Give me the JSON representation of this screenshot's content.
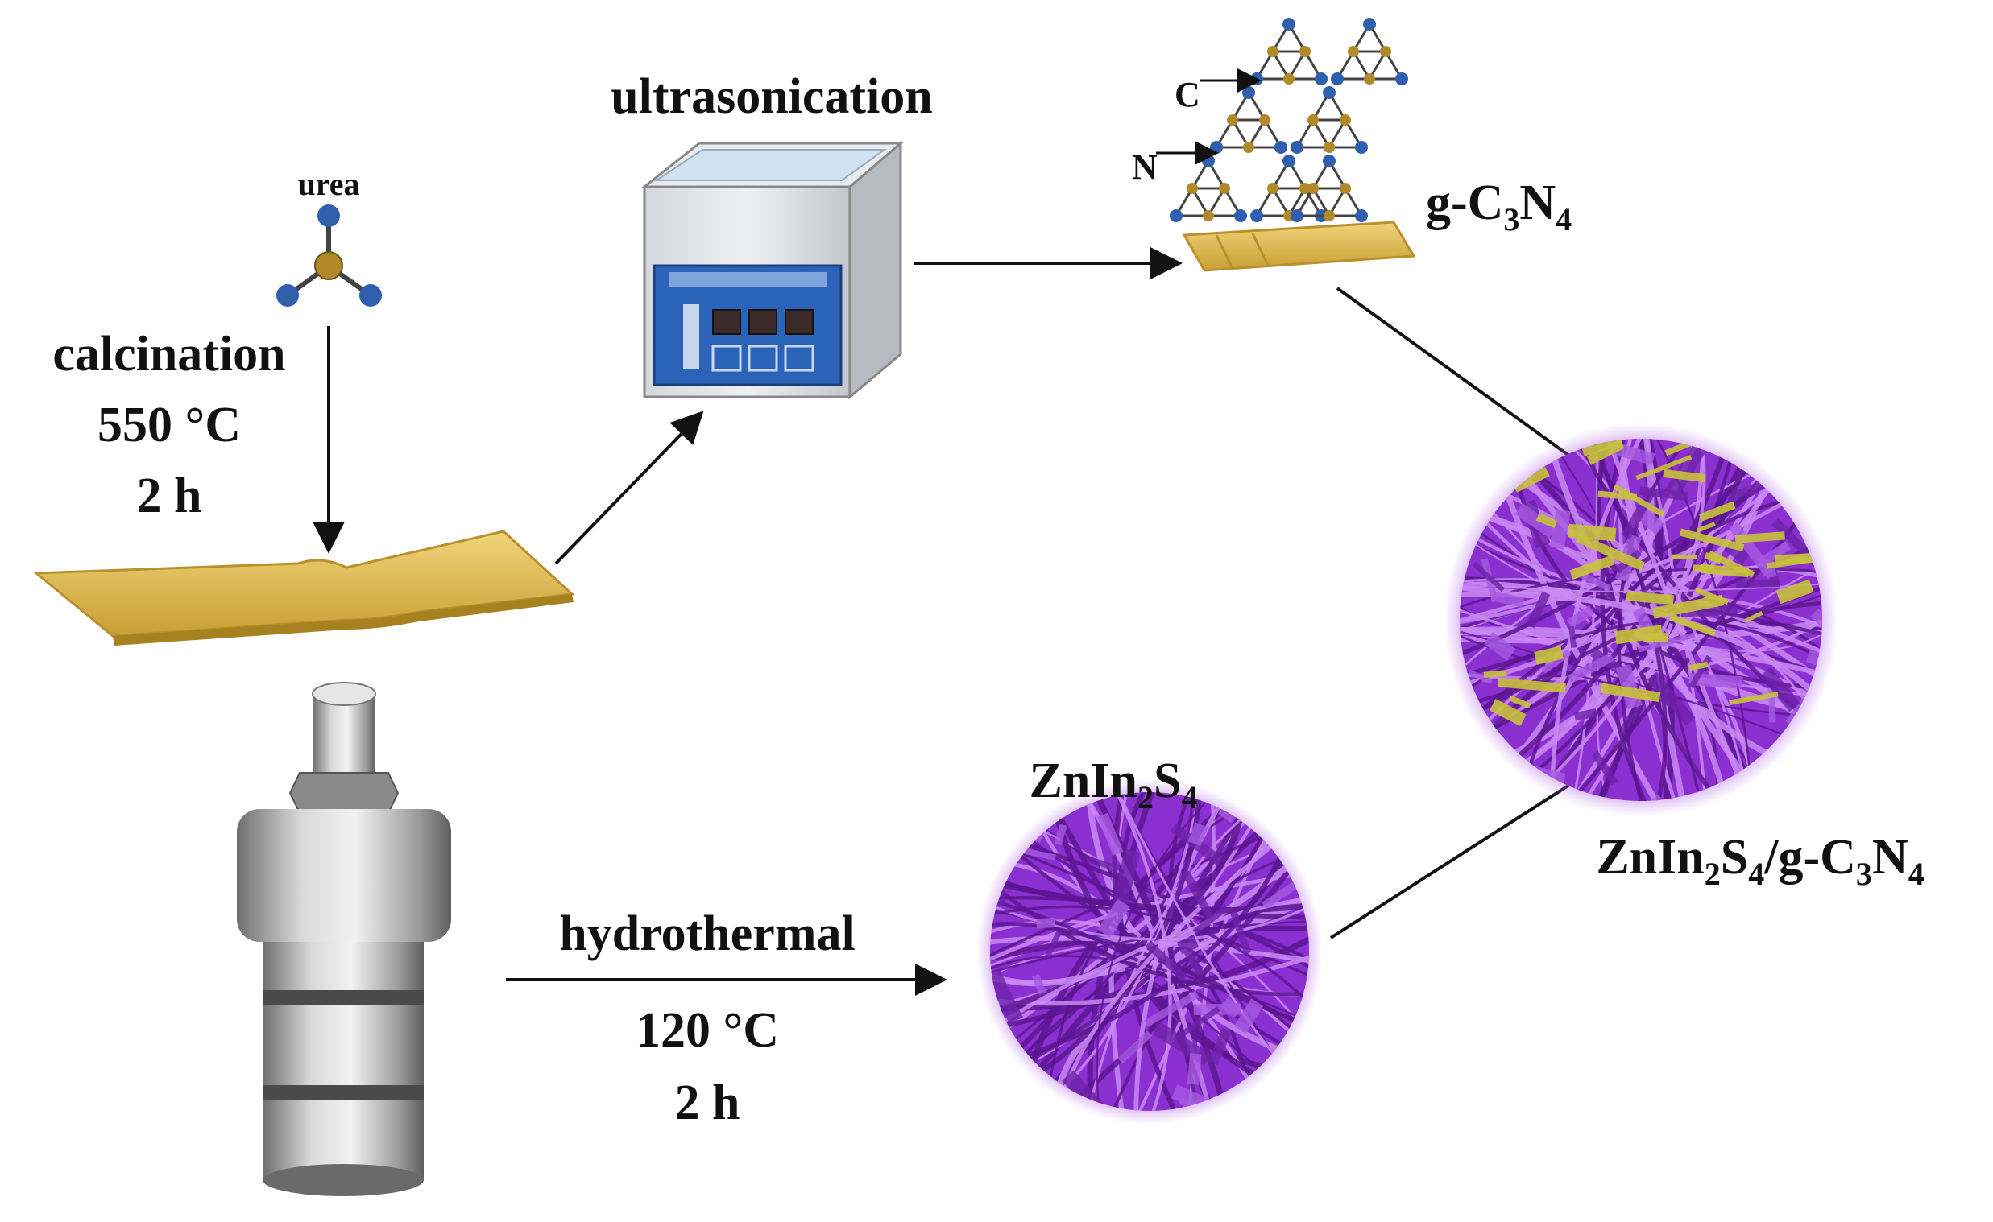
{
  "labels": {
    "urea": "urea",
    "calcination": "calcination",
    "calcination_temp": "550 °C",
    "calcination_time": "2 h",
    "ultrasonication": "ultrasonication",
    "gcn_prefix": "g-C",
    "gcn_sub3": "3",
    "gcn_n": "N",
    "gcn_sub4": "4",
    "atom_c": "C",
    "atom_n": "N",
    "hydrothermal": "hydrothermal",
    "hydro_temp": "120 °C",
    "hydro_time": "2 h",
    "zis_zn_in": "ZnIn",
    "zis_sub2": "2",
    "zis_s": "S",
    "zis_sub4": "4",
    "comp_zn_in": "ZnIn",
    "comp_sub2": "2",
    "comp_s": "S",
    "comp_sub4": "4",
    "comp_mid": "/g-C",
    "comp_sub3": "3",
    "comp_n": "N",
    "comp_sub4b": "4"
  },
  "colors": {
    "sheet": "#e6c460",
    "sheet_edge": "#b8912c",
    "atom_blue": "#2f5fae",
    "atom_gold": "#b08a2a",
    "purple": "#9b3fd6",
    "purple_dark": "#5a1590",
    "yellow_flake": "#c8c23a",
    "bath_blue": "#2a63b8",
    "steel": "#a9a9a9"
  }
}
